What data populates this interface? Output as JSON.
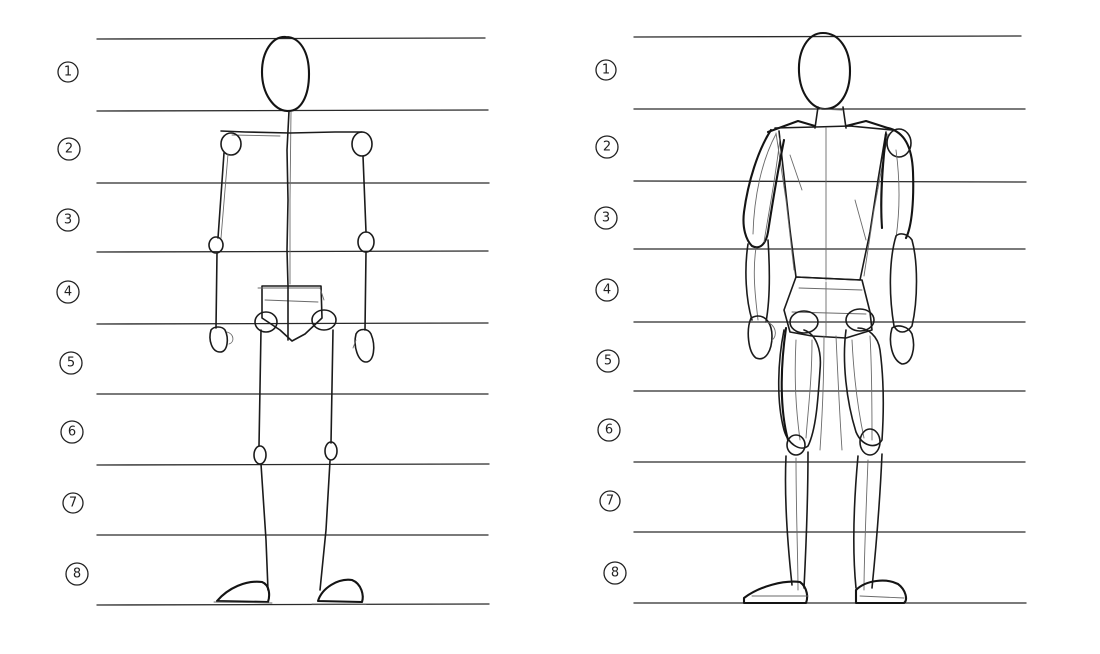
{
  "figures": [
    {
      "name": "stick-figure",
      "head_units": [
        "1",
        "2",
        "3",
        "4",
        "5",
        "6",
        "7",
        "8"
      ]
    },
    {
      "name": "mannequin-figure",
      "head_units": [
        "1",
        "2",
        "3",
        "4",
        "5",
        "6",
        "7",
        "8"
      ]
    }
  ],
  "colors": {
    "background": "#ffffff",
    "ink": "#1b1b1b",
    "guide_line": "#2a2a2a",
    "construction": "#6a6a6a"
  }
}
